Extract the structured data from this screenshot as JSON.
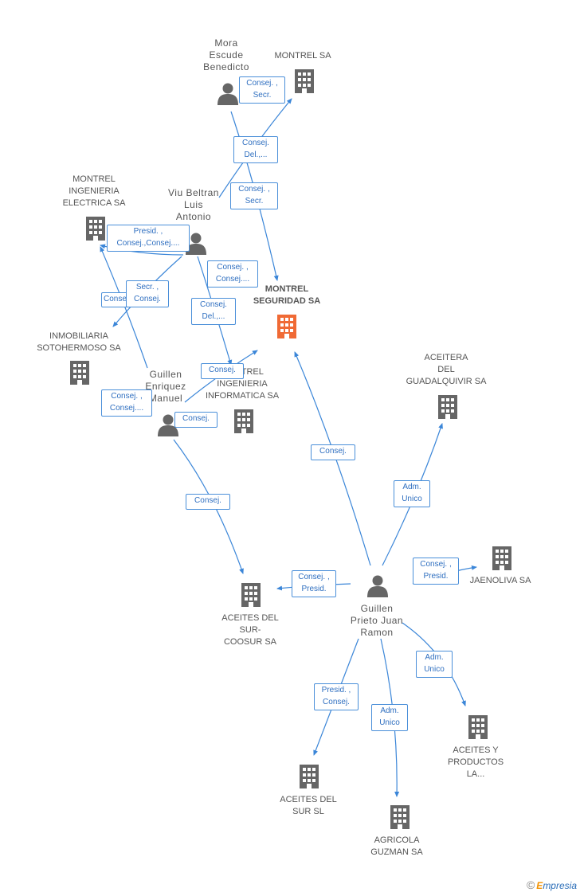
{
  "colors": {
    "edge": "#3b86d8",
    "company": "#666666",
    "main_company": "#f06a35",
    "person": "#666666"
  },
  "nodes": {
    "mora": "Mora\nEscude\nBenedicto",
    "montrel_sa": "MONTREL SA",
    "montrel_ing_elec": "MONTREL\nINGENIERIA\nELECTRICA SA",
    "viu": "Viu Beltran\nLuis\nAntonio",
    "montrel_seguridad": "MONTREL\nSEGURIDAD SA",
    "inmobiliaria": "INMOBILIARIA\nSOTOHERMOSO SA",
    "guillen_enriquez": "Guillen\nEnriquez\nManuel",
    "montrel_ing_inf": "MONTREL\nINGENIERIA\nINFORMATICA SA",
    "aceitera": "ACEITERA\nDEL\nGUADALQUIVIR SA",
    "jaenoliva": "JAENOLIVA SA",
    "aceites_sur_coosur": "ACEITES DEL\nSUR-\nCOOSUR SA",
    "guillen_prieto": "Guillen\nPrieto Juan\nRamon",
    "aceites_productos": "ACEITES Y\nPRODUCTOS\nLA...",
    "aceites_sur_sl": "ACEITES DEL\nSUR SL",
    "agricola": "AGRICOLA\nGUZMAN SA"
  },
  "edges": {
    "e1": "Consej. ,\nSecr.",
    "e2": "Consej.\nDel.,...",
    "e3": "Consej. ,\nSecr.",
    "e4": "Presid. ,\nConsej.,Consej....",
    "e5": "Consej. ,\nConsej....",
    "e6": "Consej.",
    "e7": "Secr. ,\nConsej.",
    "e8": "Consej.\nDel.,...",
    "e9": "Consej.",
    "e10": "Consej. ,\nConsej....",
    "e11": "Consej.",
    "e12": "Consej.",
    "e13": "Consej.",
    "e14": "Adm.\nUnico",
    "e15": "Consej. ,\nPresid.",
    "e16": "Consej. ,\nPresid.",
    "e17": "Adm.\nUnico",
    "e18": "Presid. ,\nConsej.",
    "e19": "Adm.\nUnico"
  },
  "footer": {
    "copyright": "©",
    "brand_e": "E",
    "brand_rest": "mpresia"
  }
}
